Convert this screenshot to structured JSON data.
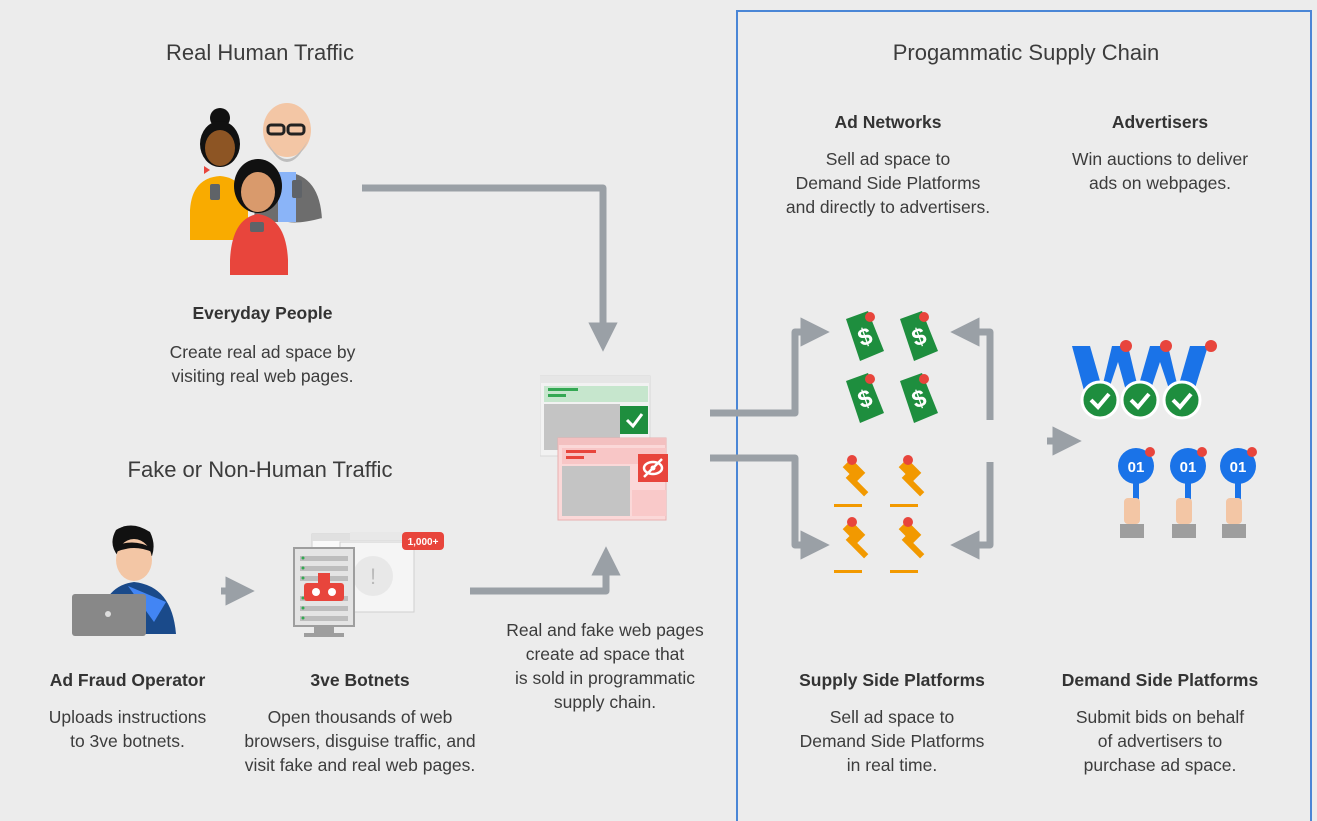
{
  "sections": {
    "real_traffic_title": "Real Human Traffic",
    "fake_traffic_title": "Fake or Non-Human Traffic",
    "supply_chain_title": "Progammatic Supply Chain"
  },
  "nodes": {
    "everyday_people": {
      "title": "Everyday People",
      "desc_lines": [
        "Create real ad space by",
        "visiting real web pages."
      ]
    },
    "fraud_operator": {
      "title": "Ad Fraud Operator",
      "desc_lines": [
        "Uploads instructions",
        "to 3ve botnets."
      ]
    },
    "botnets": {
      "title": "3ve Botnets",
      "badge": "1,000+",
      "desc_lines": [
        "Open thousands of web",
        "browsers, disguise traffic, and",
        "visit fake and real web pages."
      ]
    },
    "web_pages": {
      "desc_lines": [
        "Real and fake web pages",
        "create ad space that",
        "is sold in programmatic",
        "supply chain."
      ]
    },
    "ad_networks": {
      "title": "Ad Networks",
      "desc_lines": [
        "Sell ad space to",
        "Demand Side Platforms",
        "and directly to advertisers."
      ]
    },
    "advertisers": {
      "title": "Advertisers",
      "desc_lines": [
        "Win auctions to deliver",
        "ads on webpages."
      ]
    },
    "ssp": {
      "title": "Supply Side Platforms",
      "desc_lines": [
        "Sell ad space to",
        "Demand Side Platforms",
        "in real time."
      ]
    },
    "dsp": {
      "title": "Demand Side Platforms",
      "desc_lines": [
        "Submit bids on behalf",
        "of advertisers to",
        "purchase ad space."
      ],
      "key_label": "01"
    }
  },
  "colors": {
    "background": "#ececec",
    "arrow": "#9aa0a6",
    "supply_box_border": "#4a86d6",
    "money_green": "#1e8e3e",
    "gavel_orange": "#f29900",
    "badge_red": "#e8453c",
    "key_blue": "#1a73e8"
  },
  "icons": [
    "people-group-illustration",
    "fraud-operator-illustration",
    "botnet-server-illustration",
    "web-pages-illustration",
    "dollar-tag-icon",
    "gavel-icon",
    "advertiser-w-icon",
    "bid-key-icon"
  ]
}
